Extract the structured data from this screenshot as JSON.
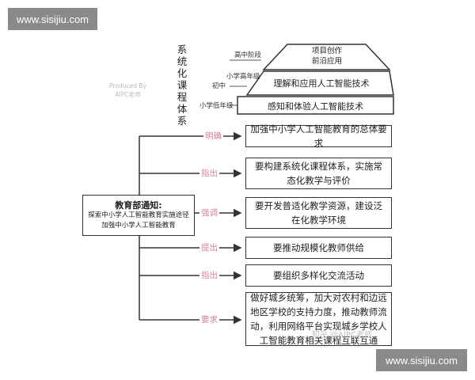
{
  "watermarks": {
    "top_left": "www.sisijiu.com",
    "bottom_right": "www.sisijiu.com",
    "middle": "知乎 @AIPC老师"
  },
  "title_vertical": [
    "系",
    "统",
    "化",
    "课",
    "程",
    "体",
    "系"
  ],
  "credit": {
    "line1": "Produced By",
    "line2": "AIPC老师"
  },
  "pyramid": {
    "tier1": {
      "level": "高中阶段",
      "text_line1": "项目创作",
      "text_line2": "前沿应用"
    },
    "tier2": {
      "level_line1": "小学高年级",
      "level_line2": "初中",
      "text": "理解和应用人工智能技术"
    },
    "tier3": {
      "level": "小学低年级",
      "text": "感知和体验人工智能技术"
    }
  },
  "root": {
    "line1": "教育部通知:",
    "line2": "探索中小学人工智能教育实施途径",
    "line3": "加强中小学人工智能教育"
  },
  "branches": [
    {
      "verb": "明确",
      "text": "加强中小学人工智能教育的总体要求"
    },
    {
      "verb": "指出",
      "text": "要构建系统化课程体系，实施常态化教学与评价"
    },
    {
      "verb": "强调",
      "text": "要开发普适化教学资源，建设泛在化教学环境"
    },
    {
      "verb": "提出",
      "text": "要推动规模化教师供给"
    },
    {
      "verb": "指出",
      "text": "要组织多样化交流活动"
    },
    {
      "verb": "要求",
      "text": "做好城乡统筹，加大对农村和边远地区学校的支持力度，推动教师流动，利用网络平台实现城乡学校人工智能教育相关课程互联互通"
    }
  ]
}
